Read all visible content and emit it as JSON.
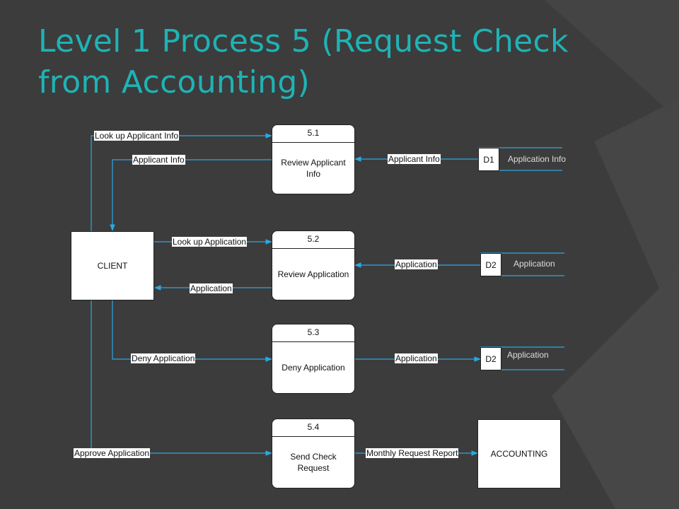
{
  "slide": {
    "title": "Level 1 Process 5 (Request Check from Accounting)"
  },
  "colors": {
    "background": "#3c3c3c",
    "title": "#1fb3b5",
    "flow_line": "#29a9e1",
    "box_fill": "#ffffff"
  },
  "processes": [
    {
      "id": "5.1",
      "name": "Review Applicant Info"
    },
    {
      "id": "5.2",
      "name": "Review Application"
    },
    {
      "id": "5.3",
      "name": "Deny Application"
    },
    {
      "id": "5.4",
      "name": "Send Check Request"
    }
  ],
  "external_entities": {
    "client": "CLIENT",
    "accounting": "ACCOUNTING"
  },
  "data_stores": [
    {
      "id": "D1",
      "name": "Application Info"
    },
    {
      "id": "D2",
      "name": "Application"
    },
    {
      "id": "D2",
      "name": "Application"
    }
  ],
  "flows": {
    "lookup_applicant_info": "Look up Applicant Info",
    "applicant_info_to_client": "Applicant Info",
    "applicant_info_from_d1": "Applicant Info",
    "lookup_application": "Look up Application",
    "application_from_d2": "Application",
    "application_to_client": "Application",
    "deny_application": "Deny Application",
    "application_to_d2": "Application",
    "approve_application": "Approve Application",
    "monthly_request_report": "Monthly Request Report"
  }
}
